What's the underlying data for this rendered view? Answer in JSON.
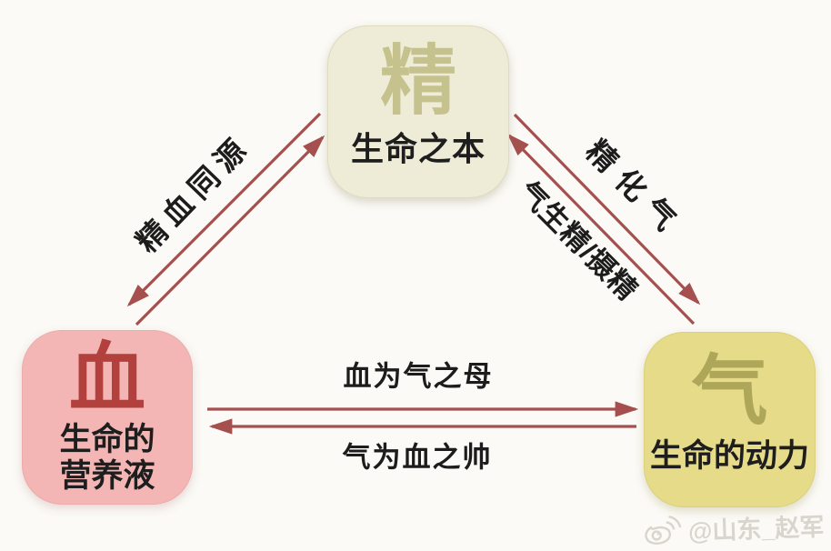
{
  "nodes": {
    "jing": {
      "char": "精",
      "subtitle": "生命之本"
    },
    "xue": {
      "char": "血",
      "subtitle_line1": "生命的",
      "subtitle_line2": "营养液"
    },
    "qi": {
      "char": "气",
      "subtitle": "生命的动力"
    }
  },
  "edges": {
    "jing_xue_label": "精血同源",
    "jing_to_qi_label": "精化气",
    "qi_to_jing_label": "气生精/摄精",
    "xue_to_qi_label": "血为气之母",
    "qi_to_xue_label": "气为血之帅"
  },
  "watermark": {
    "icon": "weibo-logo-icon",
    "text": "@山东_赵军"
  },
  "colors": {
    "background": "#fbfaf6",
    "arrow": "#a5504f",
    "jing_box_bg": "#eeebd7",
    "jing_char": "#c6c28e",
    "xue_box_bg": "#f4b6b5",
    "xue_char": "#b2403d",
    "qi_box_bg": "#e6db88",
    "qi_char": "#aea75a",
    "label_text": "#1c1c1c",
    "watermark_text": "#d8d5cd"
  }
}
